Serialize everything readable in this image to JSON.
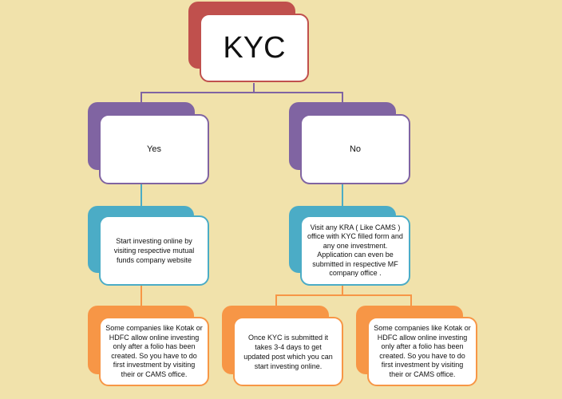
{
  "diagram": {
    "root": {
      "label": "KYC"
    },
    "yes": {
      "label": "Yes",
      "step": "Start investing online by visiting respective mutual funds company website",
      "note": "Some companies like Kotak or HDFC allow online investing  only after a folio has been created. So you have to do first investment by visiting their or  CAMS office."
    },
    "no": {
      "label": "No",
      "step": "Visit any  KRA ( Like CAMS ) office  with  KYC filled form and any one investment. Application can even be submitted in  respective MF company office .",
      "note_left": "Once KYC is submitted it takes 3-4 days to get updated post which you can start investing online.",
      "note_right": "Some companies like Kotak or HDFC allow online investing  only after a folio has been created. So you have to do first investment by visiting their or  CAMS office."
    }
  },
  "colors": {
    "background": "#f1e2ab",
    "root": "#c0504d",
    "decision": "#8064a2",
    "step": "#4bacc6",
    "note": "#f79646"
  }
}
